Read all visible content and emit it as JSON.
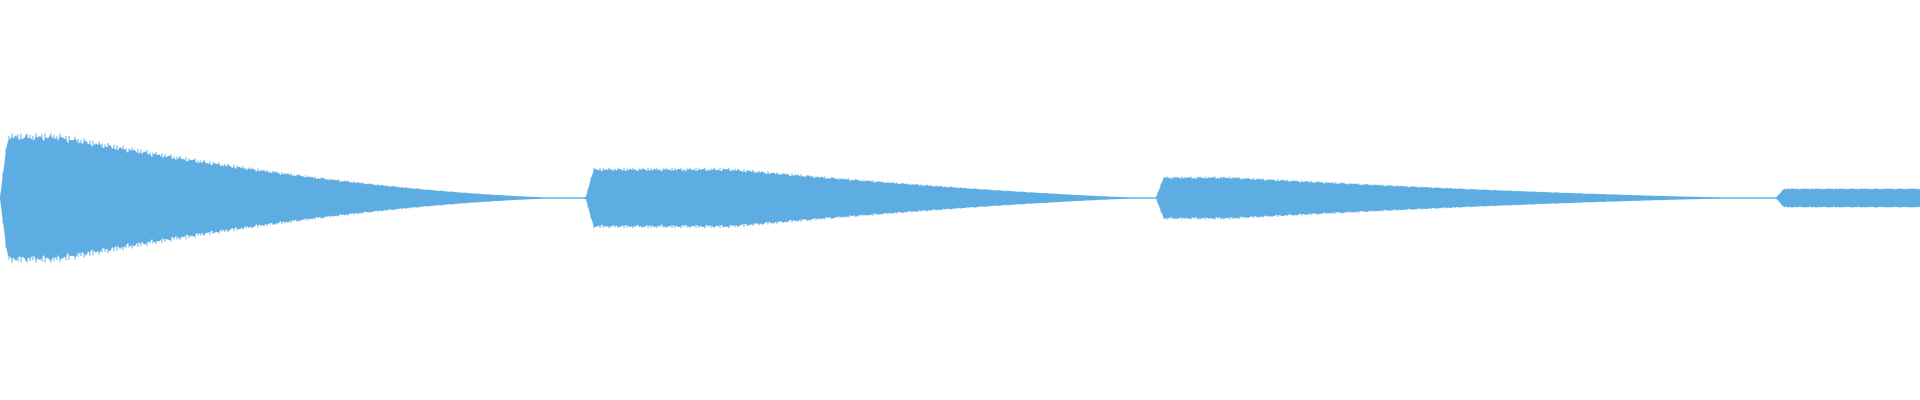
{
  "waveform": {
    "color": "#5dade2",
    "background": "#ffffff",
    "notes": [
      {
        "start": 0.0,
        "end": 0.3,
        "peak": 0.3,
        "sustain_end": 0.03,
        "decay_power": 1.6
      },
      {
        "start": 0.305,
        "end": 0.6,
        "peak": 0.14,
        "sustain_end": 0.38,
        "decay_power": 1.3
      },
      {
        "start": 0.602,
        "end": 0.92,
        "peak": 0.1,
        "sustain_end": 0.64,
        "decay_power": 1.4
      },
      {
        "start": 0.925,
        "end": 1.0,
        "peak": 0.045,
        "sustain_end": 1.0,
        "decay_power": 1.0
      }
    ]
  }
}
